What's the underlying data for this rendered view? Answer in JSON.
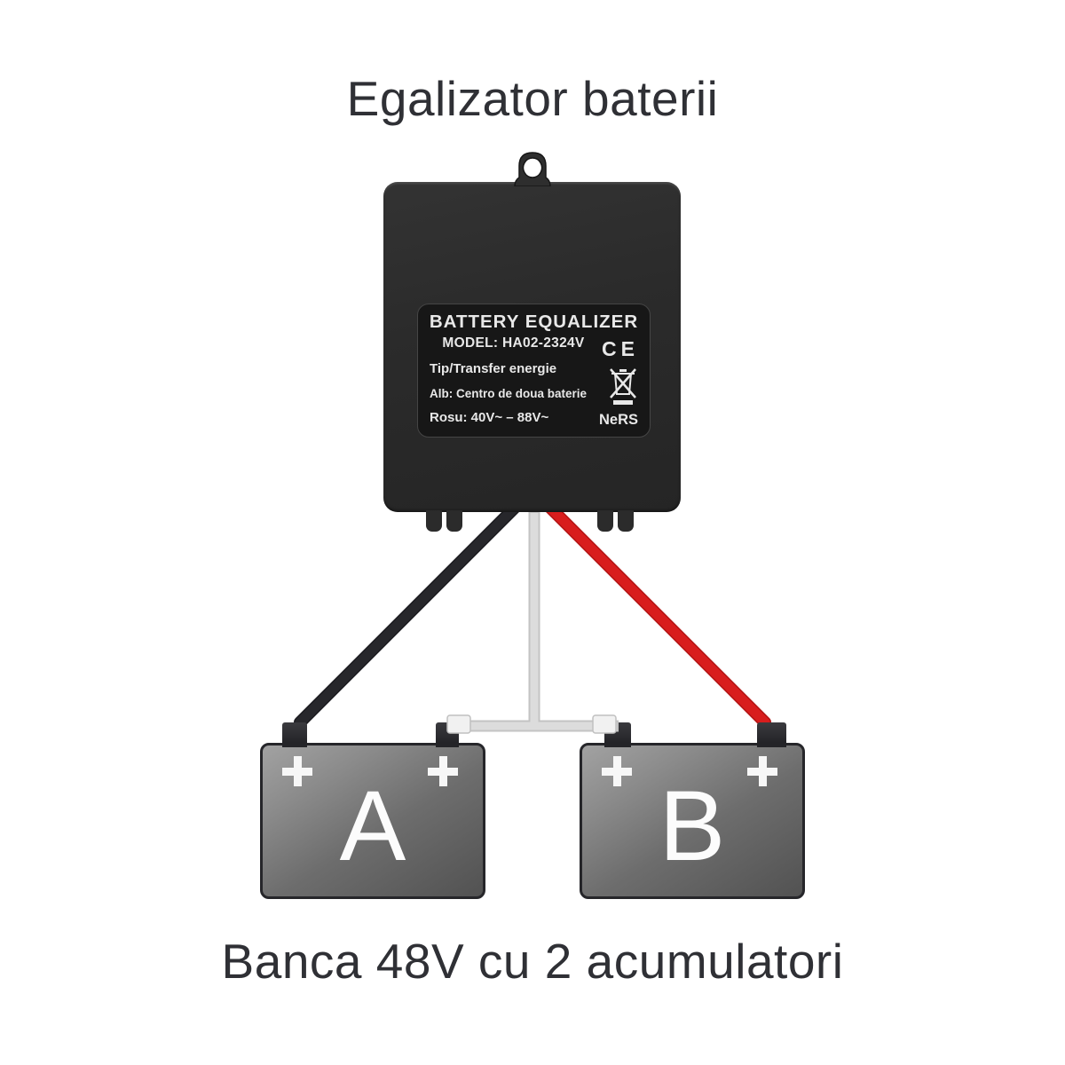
{
  "title": "Egalizator baterii",
  "caption": "Banca 48V cu 2 acumulatori",
  "equalizer": {
    "name": "BATTERY EQUALIZER",
    "model": "MODEL: HA02-2324V",
    "line_type": "Tip/Transfer energie",
    "line_white": "Alb: Centro de doua baterie",
    "line_red": "Rosu: 40V~ – 88V~",
    "ce_mark": "CE",
    "rohs_mark": "NeRS"
  },
  "batteries": [
    {
      "label": "A"
    },
    {
      "label": "B"
    }
  ],
  "icons": {
    "plus_terminal": "+",
    "weee_bin": "crossed-out-wheelie-bin",
    "hanger": "mounting-tab-with-hole"
  },
  "colors": {
    "wire_black": "#27272b",
    "wire_red": "#d81d1d",
    "wire_white": "#dcdcdc",
    "device_body": "#2b2b2b",
    "label_bg": "#171717",
    "battery_border": "#26262a",
    "text": "#2f3035"
  }
}
